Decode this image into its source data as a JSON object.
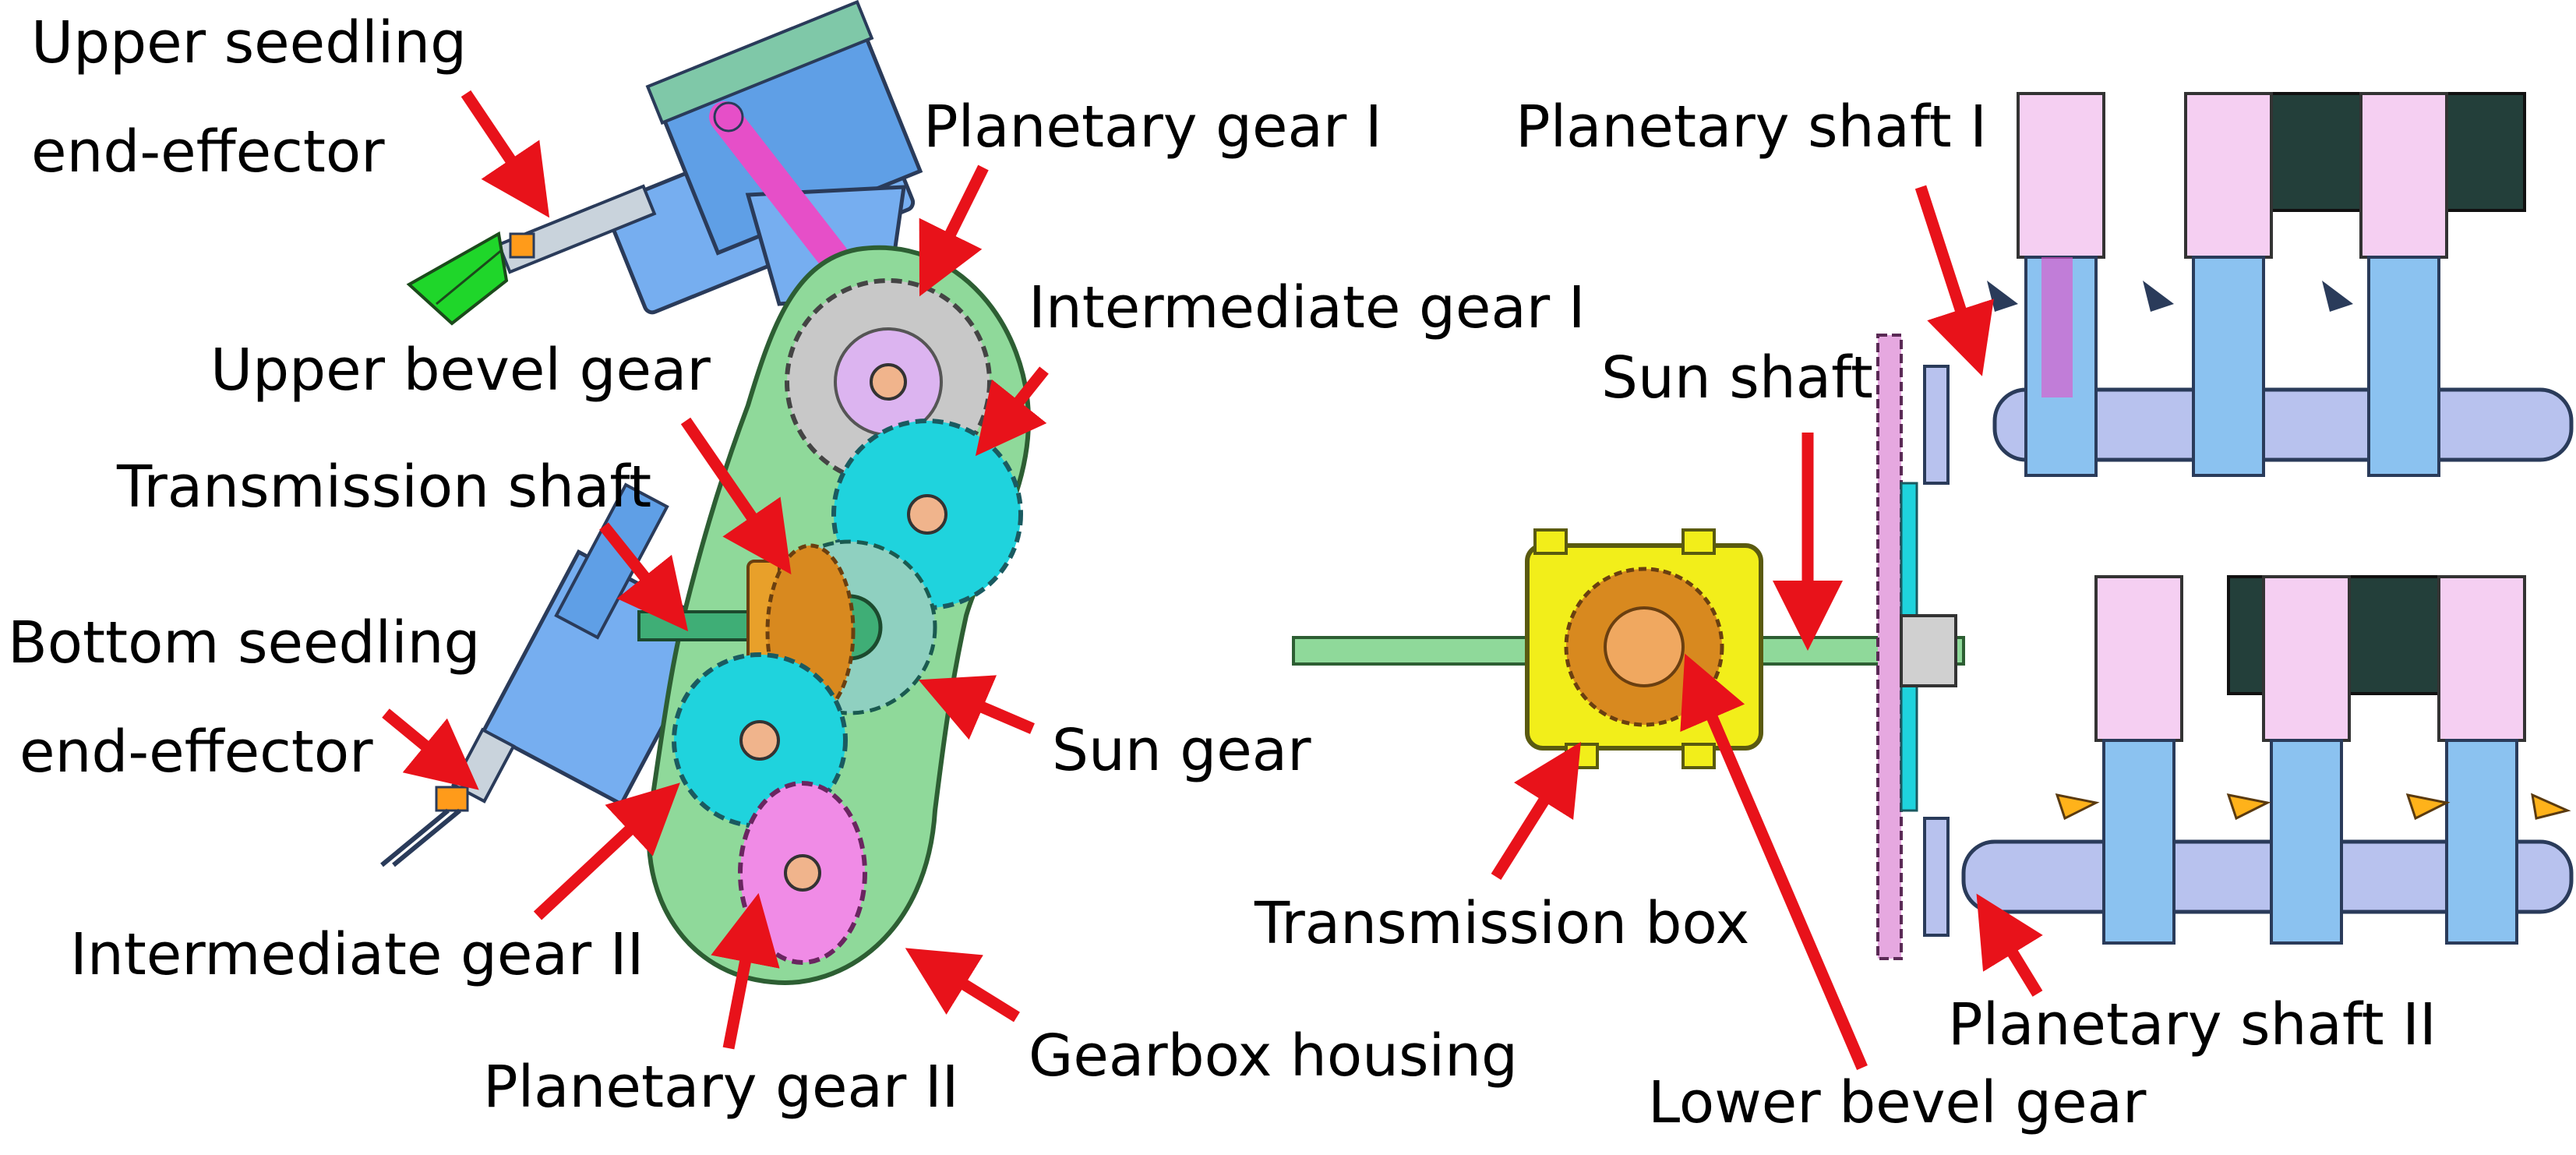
{
  "labels": {
    "upper_seedling_1": "Upper seedling",
    "upper_seedling_2": "end-effector",
    "planetary_gear_1": "Planetary gear I",
    "intermediate_gear_1": "Intermediate gear I",
    "upper_bevel_gear": "Upper bevel gear",
    "transmission_shaft": "Transmission shaft",
    "bottom_seedling_1": "Bottom seedling",
    "bottom_seedling_2": "end-effector",
    "sun_gear": "Sun gear",
    "intermediate_gear_2": "Intermediate gear II",
    "planetary_gear_2": "Planetary gear II",
    "gearbox_housing": "Gearbox housing",
    "planetary_shaft_1": "Planetary shaft I",
    "sun_shaft": "Sun shaft",
    "transmission_box": "Transmission box",
    "planetary_shaft_2": "Planetary shaft II",
    "lower_bevel_gear": "Lower bevel gear"
  },
  "colors": {
    "arrow": "#e8121a",
    "housing": "#8fd99a",
    "gear_gray": "#c8c8c8",
    "gear_cyan": "#1fd3dd",
    "gear_pink": "#f08be6",
    "bevel_orange": "#d8891f",
    "arm_blue": "#76aef0",
    "box_yellow": "#f2ee1a",
    "shaft_green": "#7fd39a",
    "effector_green": "#1fd62a"
  }
}
